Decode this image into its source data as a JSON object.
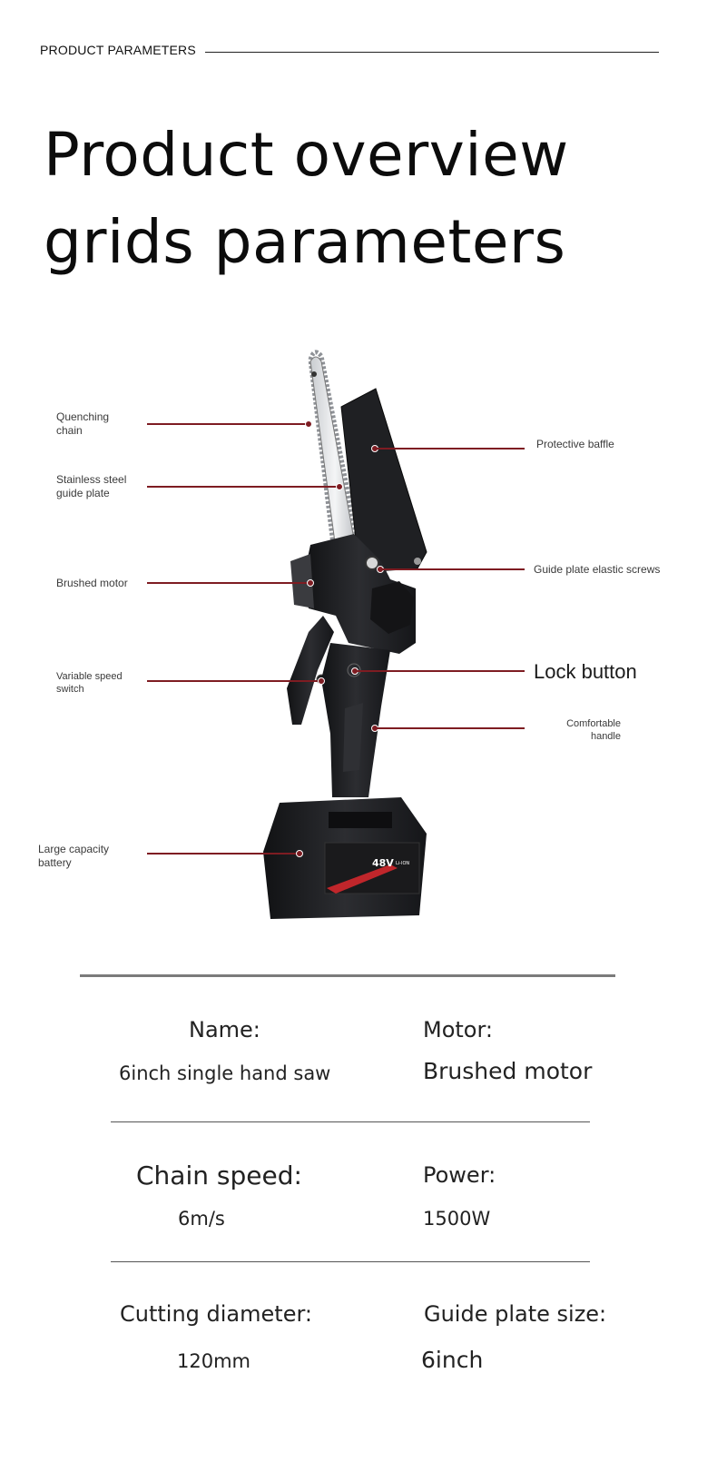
{
  "header": {
    "section_label": "PRODUCT PARAMETERS",
    "headline_line1": "Product overview",
    "headline_line2": "grids parameters"
  },
  "diagram": {
    "callouts": {
      "quenching_chain": [
        "Quenching",
        "chain"
      ],
      "stainless_guide_plate": [
        "Stainless steel",
        "guide plate"
      ],
      "brushed_motor": [
        "Brushed motor"
      ],
      "variable_speed_switch": [
        "Variable speed",
        "switch"
      ],
      "large_capacity_battery": [
        "Large capacity",
        "battery"
      ],
      "protective_baffle": [
        "Protective baffle"
      ],
      "guide_plate_screws": [
        "Guide plate elastic screws"
      ],
      "lock_button": [
        "Lock button"
      ],
      "comfortable_handle": [
        "Comfortable",
        "handle"
      ]
    },
    "battery_label": {
      "voltage": "48V",
      "type": "Li-ION"
    },
    "colors": {
      "leader": "#7e1c22",
      "body": "#1d1d1f",
      "accent": "#c0262b"
    }
  },
  "specs": {
    "name_label": "Name:",
    "name_value": "6inch single hand saw",
    "motor_label": "Motor:",
    "motor_value": "Brushed motor",
    "chain_speed_label": "Chain speed:",
    "chain_speed_value": "6m/s",
    "power_label": "Power:",
    "power_value": "1500W",
    "cutting_diameter_label": "Cutting diameter:",
    "cutting_diameter_value": "120mm",
    "guide_plate_label": "Guide plate size:",
    "guide_plate_value": "6inch"
  }
}
